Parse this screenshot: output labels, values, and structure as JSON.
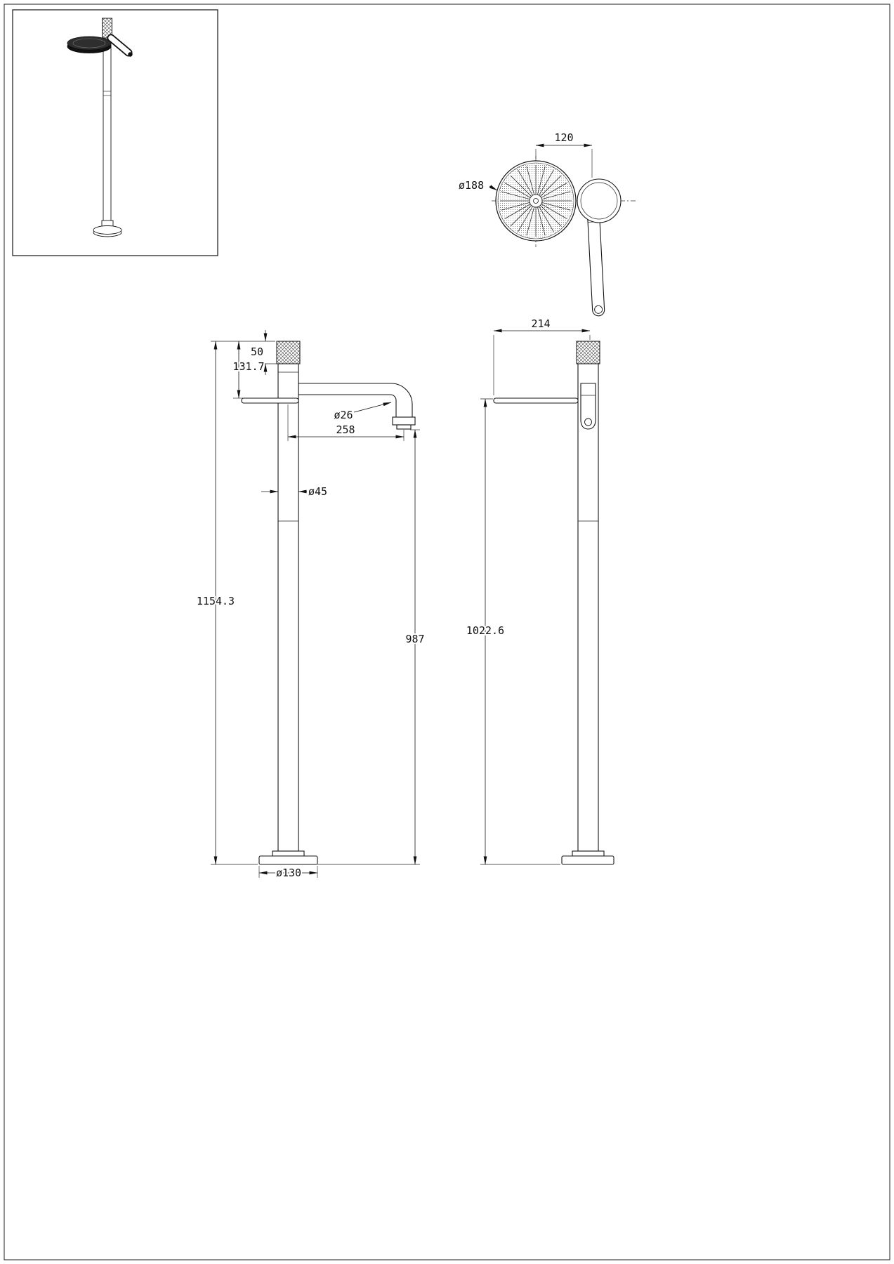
{
  "page": {
    "background": "#ffffff",
    "line_color": "#151515"
  },
  "views": {
    "top": {
      "dim_width": "120",
      "dim_diameter": "ø188"
    },
    "front": {
      "dim_cap_height": "50",
      "dim_cap_to_shelf": "131.7",
      "dim_spout_diameter": "ø26",
      "dim_spout_reach": "258",
      "dim_column_diameter": "ø45",
      "dim_total_height": "1154.3",
      "dim_outlet_height": "987",
      "dim_base_diameter": "ø130"
    },
    "side": {
      "dim_depth": "214",
      "dim_shelf_height": "1022.6"
    }
  }
}
